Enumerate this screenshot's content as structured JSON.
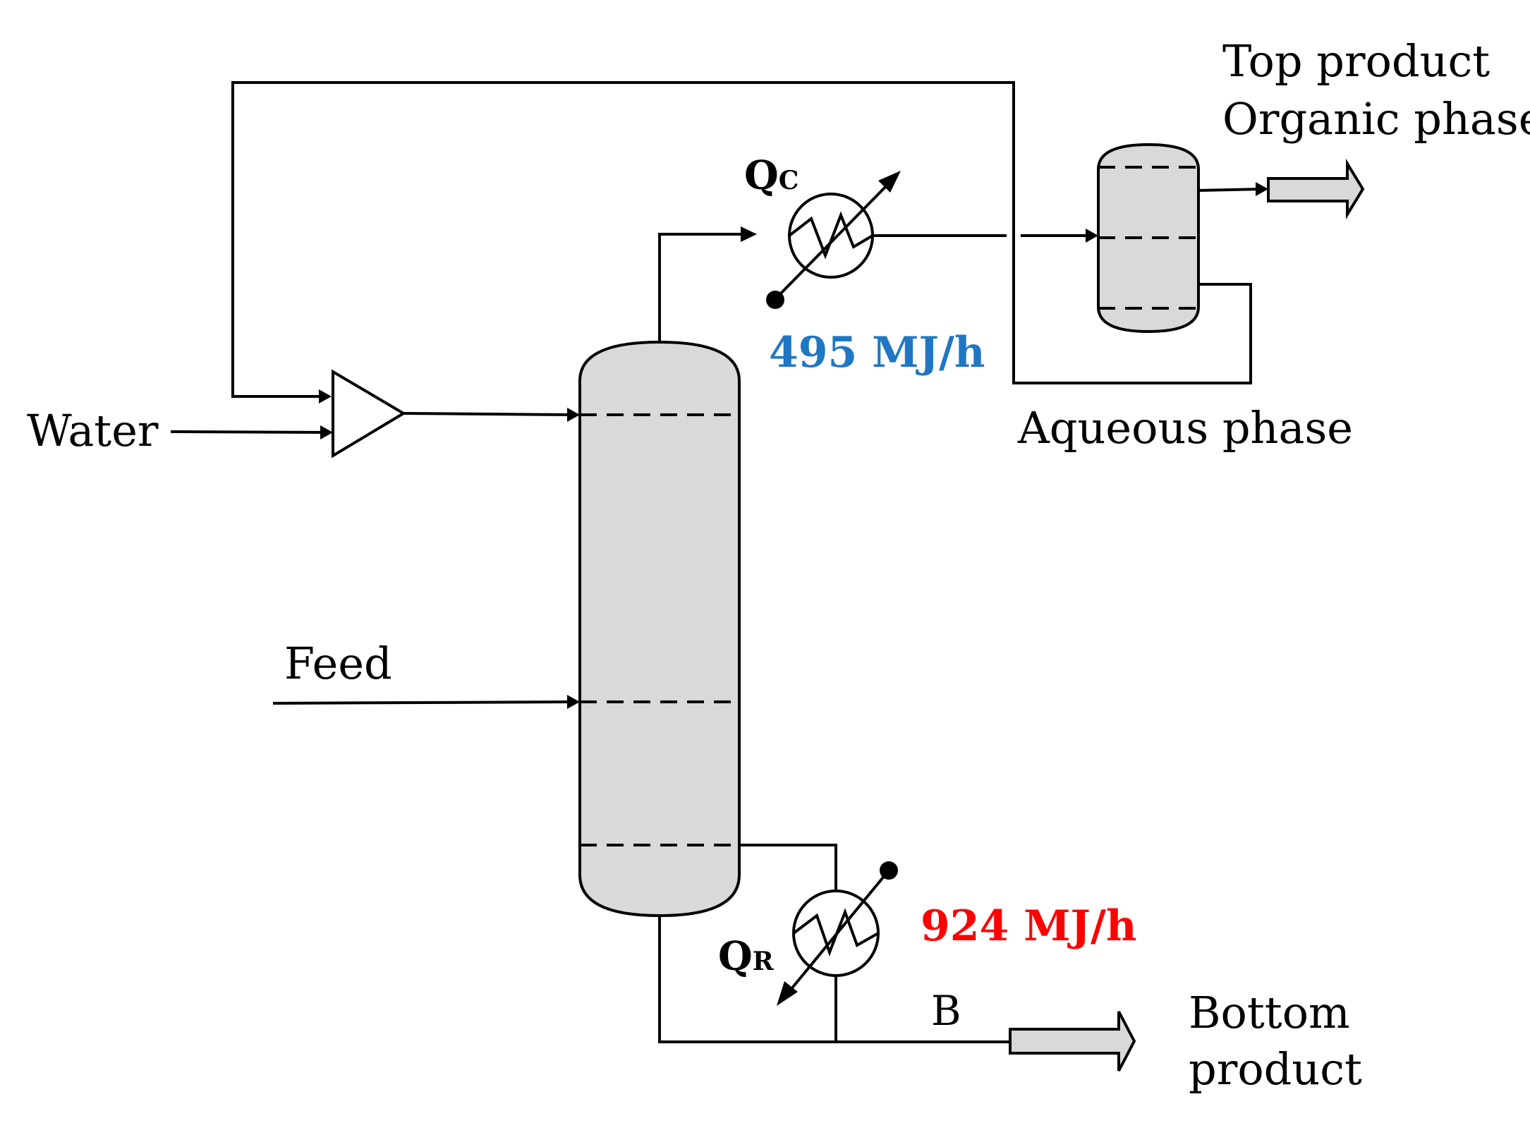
{
  "labels": {
    "water": "Water",
    "feed": "Feed",
    "top_product_1": "Top product",
    "top_product_2": "Organic phase",
    "aqueous": "Aqueous phase",
    "bottom_product_1": "Bottom",
    "bottom_product_2": "product",
    "b": "B",
    "qc_main": "Q",
    "qc_sub": "C",
    "qr_main": "Q",
    "qr_sub": "R"
  },
  "duties": {
    "condenser": "495 MJ/h",
    "reboiler": "924 MJ/h"
  },
  "colors": {
    "condenser_duty": "#1f77c4",
    "reboiler_duty": "#ff0000",
    "vessel_fill": "#d9d9d9"
  }
}
